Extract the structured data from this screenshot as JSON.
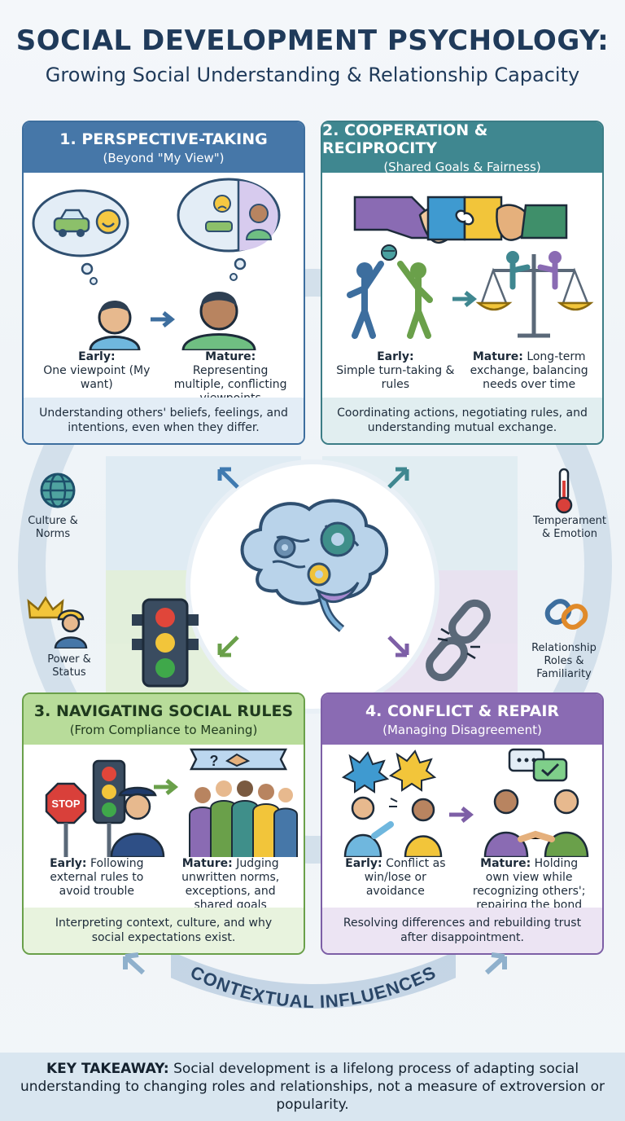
{
  "header": {
    "title": "SOCIAL DEVELOPMENT PSYCHOLOGY:",
    "subtitle": "Growing Social Understanding & Relationship Capacity"
  },
  "colors": {
    "perspective": "#4677a8",
    "cooperation": "#3f8790",
    "rules": "#b8dc9a",
    "conflict": "#8a6bb3"
  },
  "cards": [
    {
      "title": "1. PERSPECTIVE-TAKING",
      "subtitle": "(Beyond \"My View\")",
      "early_label": "Early:",
      "early_text": "One viewpoint (My want)",
      "mature_label": "Mature:",
      "mature_text": "Representing multiple, conflicting viewpoints",
      "summary": "Understanding others' beliefs, feelings, and intentions, even when they differ."
    },
    {
      "title": "2. COOPERATION & RECIPROCITY",
      "subtitle": "(Shared Goals & Fairness)",
      "early_label": "Early:",
      "early_text": "Simple turn-taking & rules",
      "mature_label": "Mature:",
      "mature_text": "Long-term exchange, balancing needs over time",
      "summary": "Coordinating actions, negotiating rules, and understanding mutual exchange."
    },
    {
      "title": "3. NAVIGATING SOCIAL RULES",
      "subtitle": "(From Compliance to Meaning)",
      "early_label": "Early:",
      "early_text": "Following external rules to avoid trouble",
      "mature_label": "Mature:",
      "mature_text": "Judging unwritten norms, exceptions, and shared goals",
      "summary": "Interpreting context, culture, and why social expectations exist.",
      "stop_sign": "STOP",
      "banner_symbol": "?"
    },
    {
      "title": "4. CONFLICT & REPAIR",
      "subtitle": "(Managing Disagreement)",
      "early_label": "Early:",
      "early_text": "Conflict as win/lose or avoidance",
      "mature_label": "Mature:",
      "mature_text": "Holding own view while recognizing others'; repairing the bond",
      "summary": "Resolving differences and rebuilding trust after disappointment."
    }
  ],
  "contextual": {
    "title": "CONTEXTUAL INFLUENCES",
    "culture": "Culture & Norms",
    "power": "Power & Status",
    "temperament": "Temperament & Emotion",
    "roles": "Relationship Roles & Familiarity"
  },
  "takeaway": {
    "label": "KEY TAKEAWAY:",
    "text": "Social development is a lifelong process of adapting social understanding to changing roles and relationships, not a measure of extroversion or popularity."
  }
}
